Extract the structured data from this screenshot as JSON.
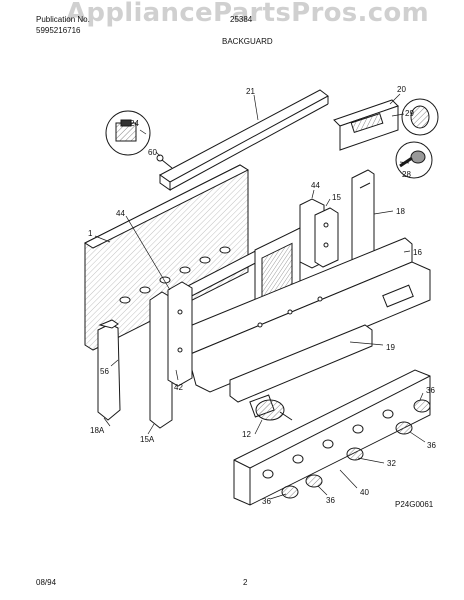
{
  "header": {
    "publication_label": "Publication No.",
    "publication_number": "5995216716",
    "model": "25384",
    "section_title": "BACKGUARD"
  },
  "watermark": "AppliancePartsPros.com",
  "diagram_code": "P24G0061",
  "callouts": {
    "c21": "21",
    "c20": "20",
    "c29": "29",
    "c24": "24",
    "c60": "60",
    "c28": "28",
    "c44a": "44",
    "c15a": "15",
    "c18": "18",
    "c44b": "44",
    "c1": "1",
    "c16": "16",
    "c19": "19",
    "c56": "56",
    "c42": "42",
    "c18a": "18A",
    "c15b": "15A",
    "c12": "12",
    "c36a": "36",
    "c36b": "36",
    "c32": "32",
    "c40": "40",
    "c36c": "36",
    "c36d": "36"
  },
  "footer": {
    "date": "08/94",
    "page": "2"
  },
  "colors": {
    "line": "#1a1a1a",
    "hatch": "#555555",
    "watermark": "#969696"
  }
}
